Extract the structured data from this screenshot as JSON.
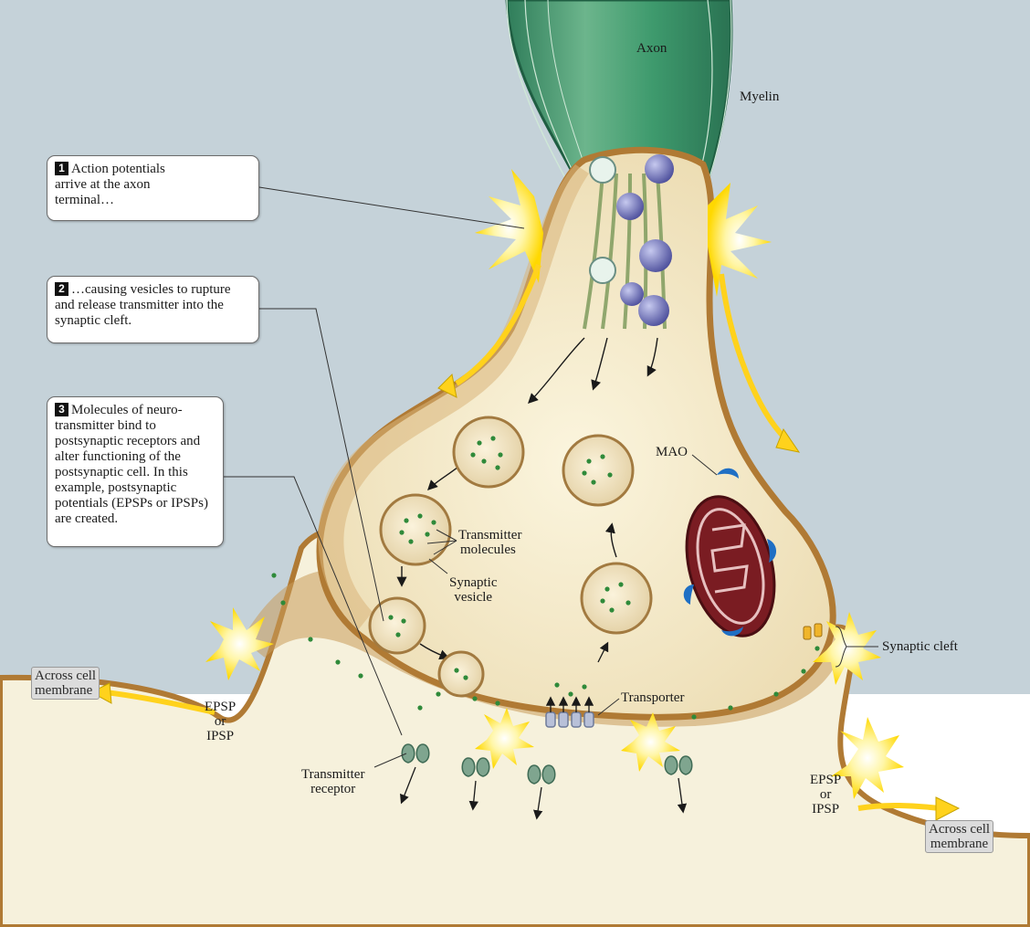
{
  "callouts": [
    {
      "number": "1",
      "text": "Action potentials arrive at the axon terminal…"
    },
    {
      "number": "2",
      "text": "…causing vesicles to rupture and release transmitter into the synaptic cleft."
    },
    {
      "number": "3",
      "text": "Molecules of neuro-transmitter bind to postsynaptic receptors and alter functioning of the postsynaptic cell. In this example, postsynaptic potentials (EPSPs or IPSPs) are created."
    }
  ],
  "labels": {
    "axon": "Axon",
    "myelin": "Myelin",
    "mao": "MAO",
    "transmitter_molecules_1": "Transmitter",
    "transmitter_molecules_2": "molecules",
    "synaptic_vesicle_1": "Synaptic",
    "synaptic_vesicle_2": "vesicle",
    "synaptic_cleft": "Synaptic cleft",
    "transporter": "Transporter",
    "transmitter_receptor_1": "Transmitter",
    "transmitter_receptor_2": "receptor",
    "epsp_left_1": "EPSP",
    "epsp_left_2": "or",
    "epsp_left_3": "IPSP",
    "epsp_right_1": "EPSP",
    "epsp_right_2": "or",
    "epsp_right_3": "IPSP",
    "across_left_1": "Across cell",
    "across_left_2": "membrane",
    "across_right_1": "Across cell",
    "across_right_2": "membrane"
  },
  "colors": {
    "background": "#c5d2d9",
    "axon_green": "#3f9a6e",
    "terminal_fill": "#f4ecd0",
    "membrane_brown": "#b07a34",
    "postsynaptic_fill": "#f6f1dc",
    "vesicle_dot": "#2f8a3a",
    "mitochondrion": "#7a1c22",
    "mao_blue": "#1f6fc4",
    "flash_yellow": "#ffe24a",
    "action_potential_red": "#d81e2a"
  }
}
